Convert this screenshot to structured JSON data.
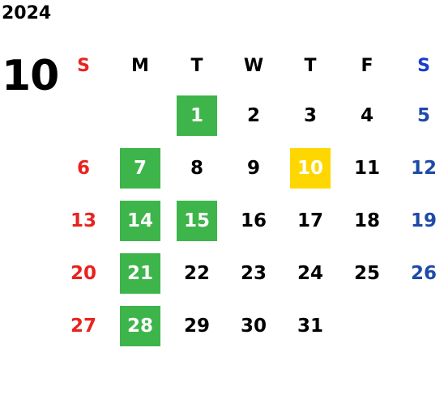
{
  "calendar": {
    "year": "2024",
    "month": "10",
    "weekdays": [
      {
        "label": "S",
        "color": "#e8231f"
      },
      {
        "label": "M",
        "color": "#000000"
      },
      {
        "label": "T",
        "color": "#000000"
      },
      {
        "label": "W",
        "color": "#000000"
      },
      {
        "label": "T",
        "color": "#000000"
      },
      {
        "label": "F",
        "color": "#000000"
      },
      {
        "label": "S",
        "color": "#1a3ccc"
      }
    ],
    "first_weekday_index": 2,
    "days_in_month": 31,
    "colors": {
      "sunday": "#e8231f",
      "saturday": "#1f4aa8",
      "weekday": "#000000",
      "highlight_green": "#3db54a",
      "highlight_yellow": "#fed700",
      "highlight_text": "#ffffff"
    },
    "highlights": {
      "green": [
        1,
        7,
        14,
        15,
        21,
        28
      ],
      "yellow": [
        10
      ]
    }
  }
}
